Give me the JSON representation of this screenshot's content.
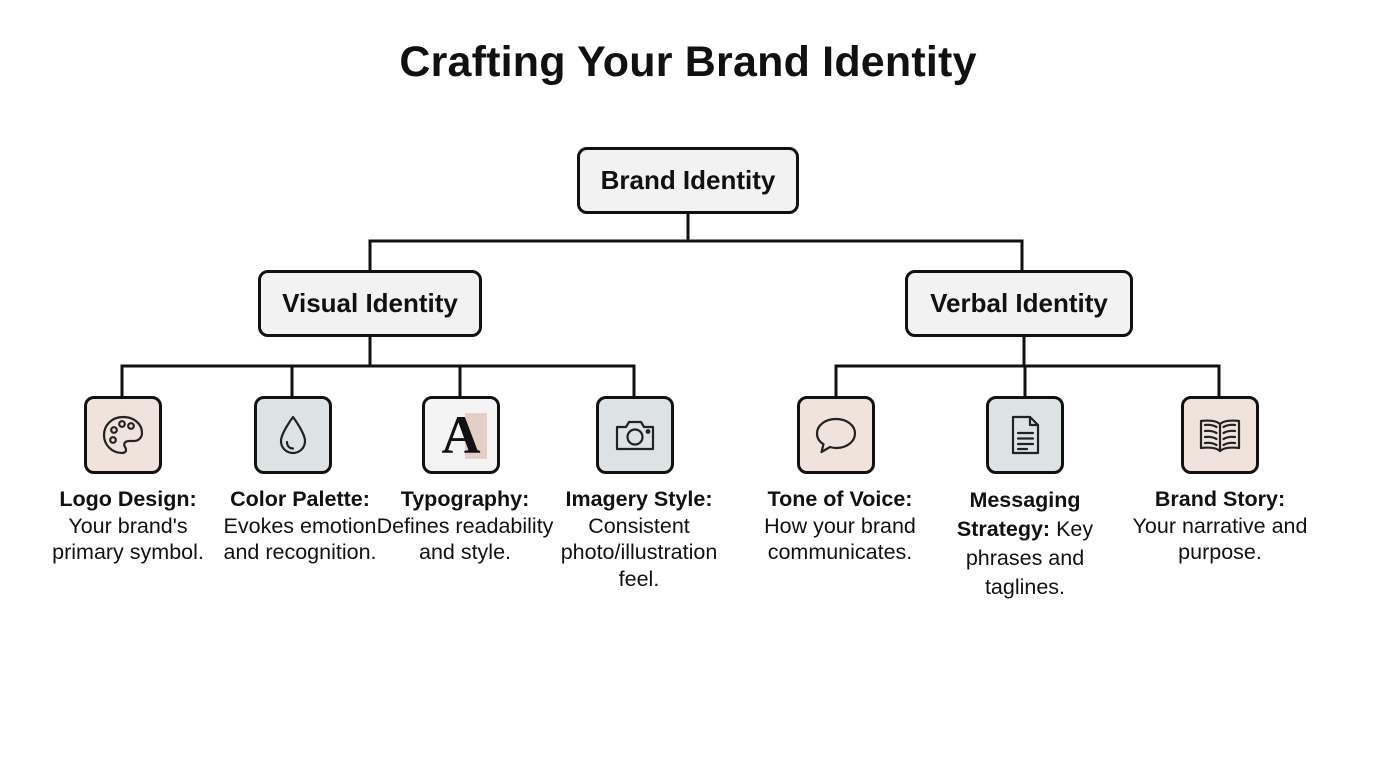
{
  "title": "Crafting Your Brand Identity",
  "root": {
    "label": "Brand Identity"
  },
  "groups": [
    {
      "label": "Visual Identity",
      "items": [
        {
          "icon": "palette-icon",
          "heading": "Logo Design:",
          "text": "Your brand's primary symbol."
        },
        {
          "icon": "droplet-icon",
          "heading": "Color Palette:",
          "text": "Evokes emotion and recognition."
        },
        {
          "icon": "typography-a-icon",
          "heading": "Typography:",
          "text": "Defines readability and style.",
          "glyph": "A"
        },
        {
          "icon": "camera-icon",
          "heading": "Imagery Style:",
          "text": "Consistent photo/illustration feel."
        }
      ]
    },
    {
      "label": "Verbal Identity",
      "items": [
        {
          "icon": "speech-bubble-icon",
          "heading": "Tone of Voice:",
          "text": "How your brand communicates."
        },
        {
          "icon": "document-icon",
          "heading": "Messaging Strategy:",
          "text": "Key phrases and taglines."
        },
        {
          "icon": "open-book-icon",
          "heading": "Brand Story:",
          "text": "Your narrative and purpose."
        }
      ]
    }
  ],
  "colors": {
    "node_fill": "#f2f2f2",
    "stroke": "#111111",
    "icon_warm": "#efe3dc",
    "icon_cool": "#dde3e5"
  }
}
